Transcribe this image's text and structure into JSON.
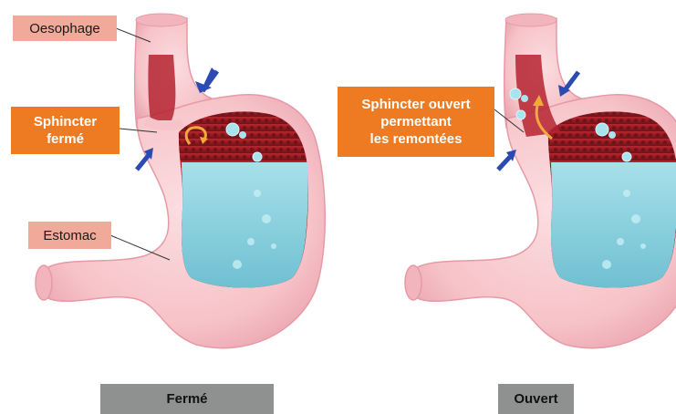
{
  "labels": {
    "oesophage": "Oesophage",
    "sphincter_ferme": "Sphincter\nfermé",
    "estomac": "Estomac",
    "sphincter_ouvert": "Sphincter ouvert\npermettant\nles remontées"
  },
  "captions": {
    "left": "Fermé",
    "right": "Ouvert"
  },
  "colors": {
    "tissue": "#f6c3c8",
    "tissue_edge": "#e79aa6",
    "lumen": "#8e1b22",
    "liquid": "#8fd3df",
    "arrow": "#2b4bb3",
    "acid_arrow": "#f2a93b",
    "label_pink": "#f1a99a",
    "label_orange": "#ee7a22",
    "caption_gray": "#8f9191"
  },
  "icons": {
    "compression_arrow": "blue-arrow-icon",
    "reflux_arrow": "curved-orange-arrow-icon"
  }
}
